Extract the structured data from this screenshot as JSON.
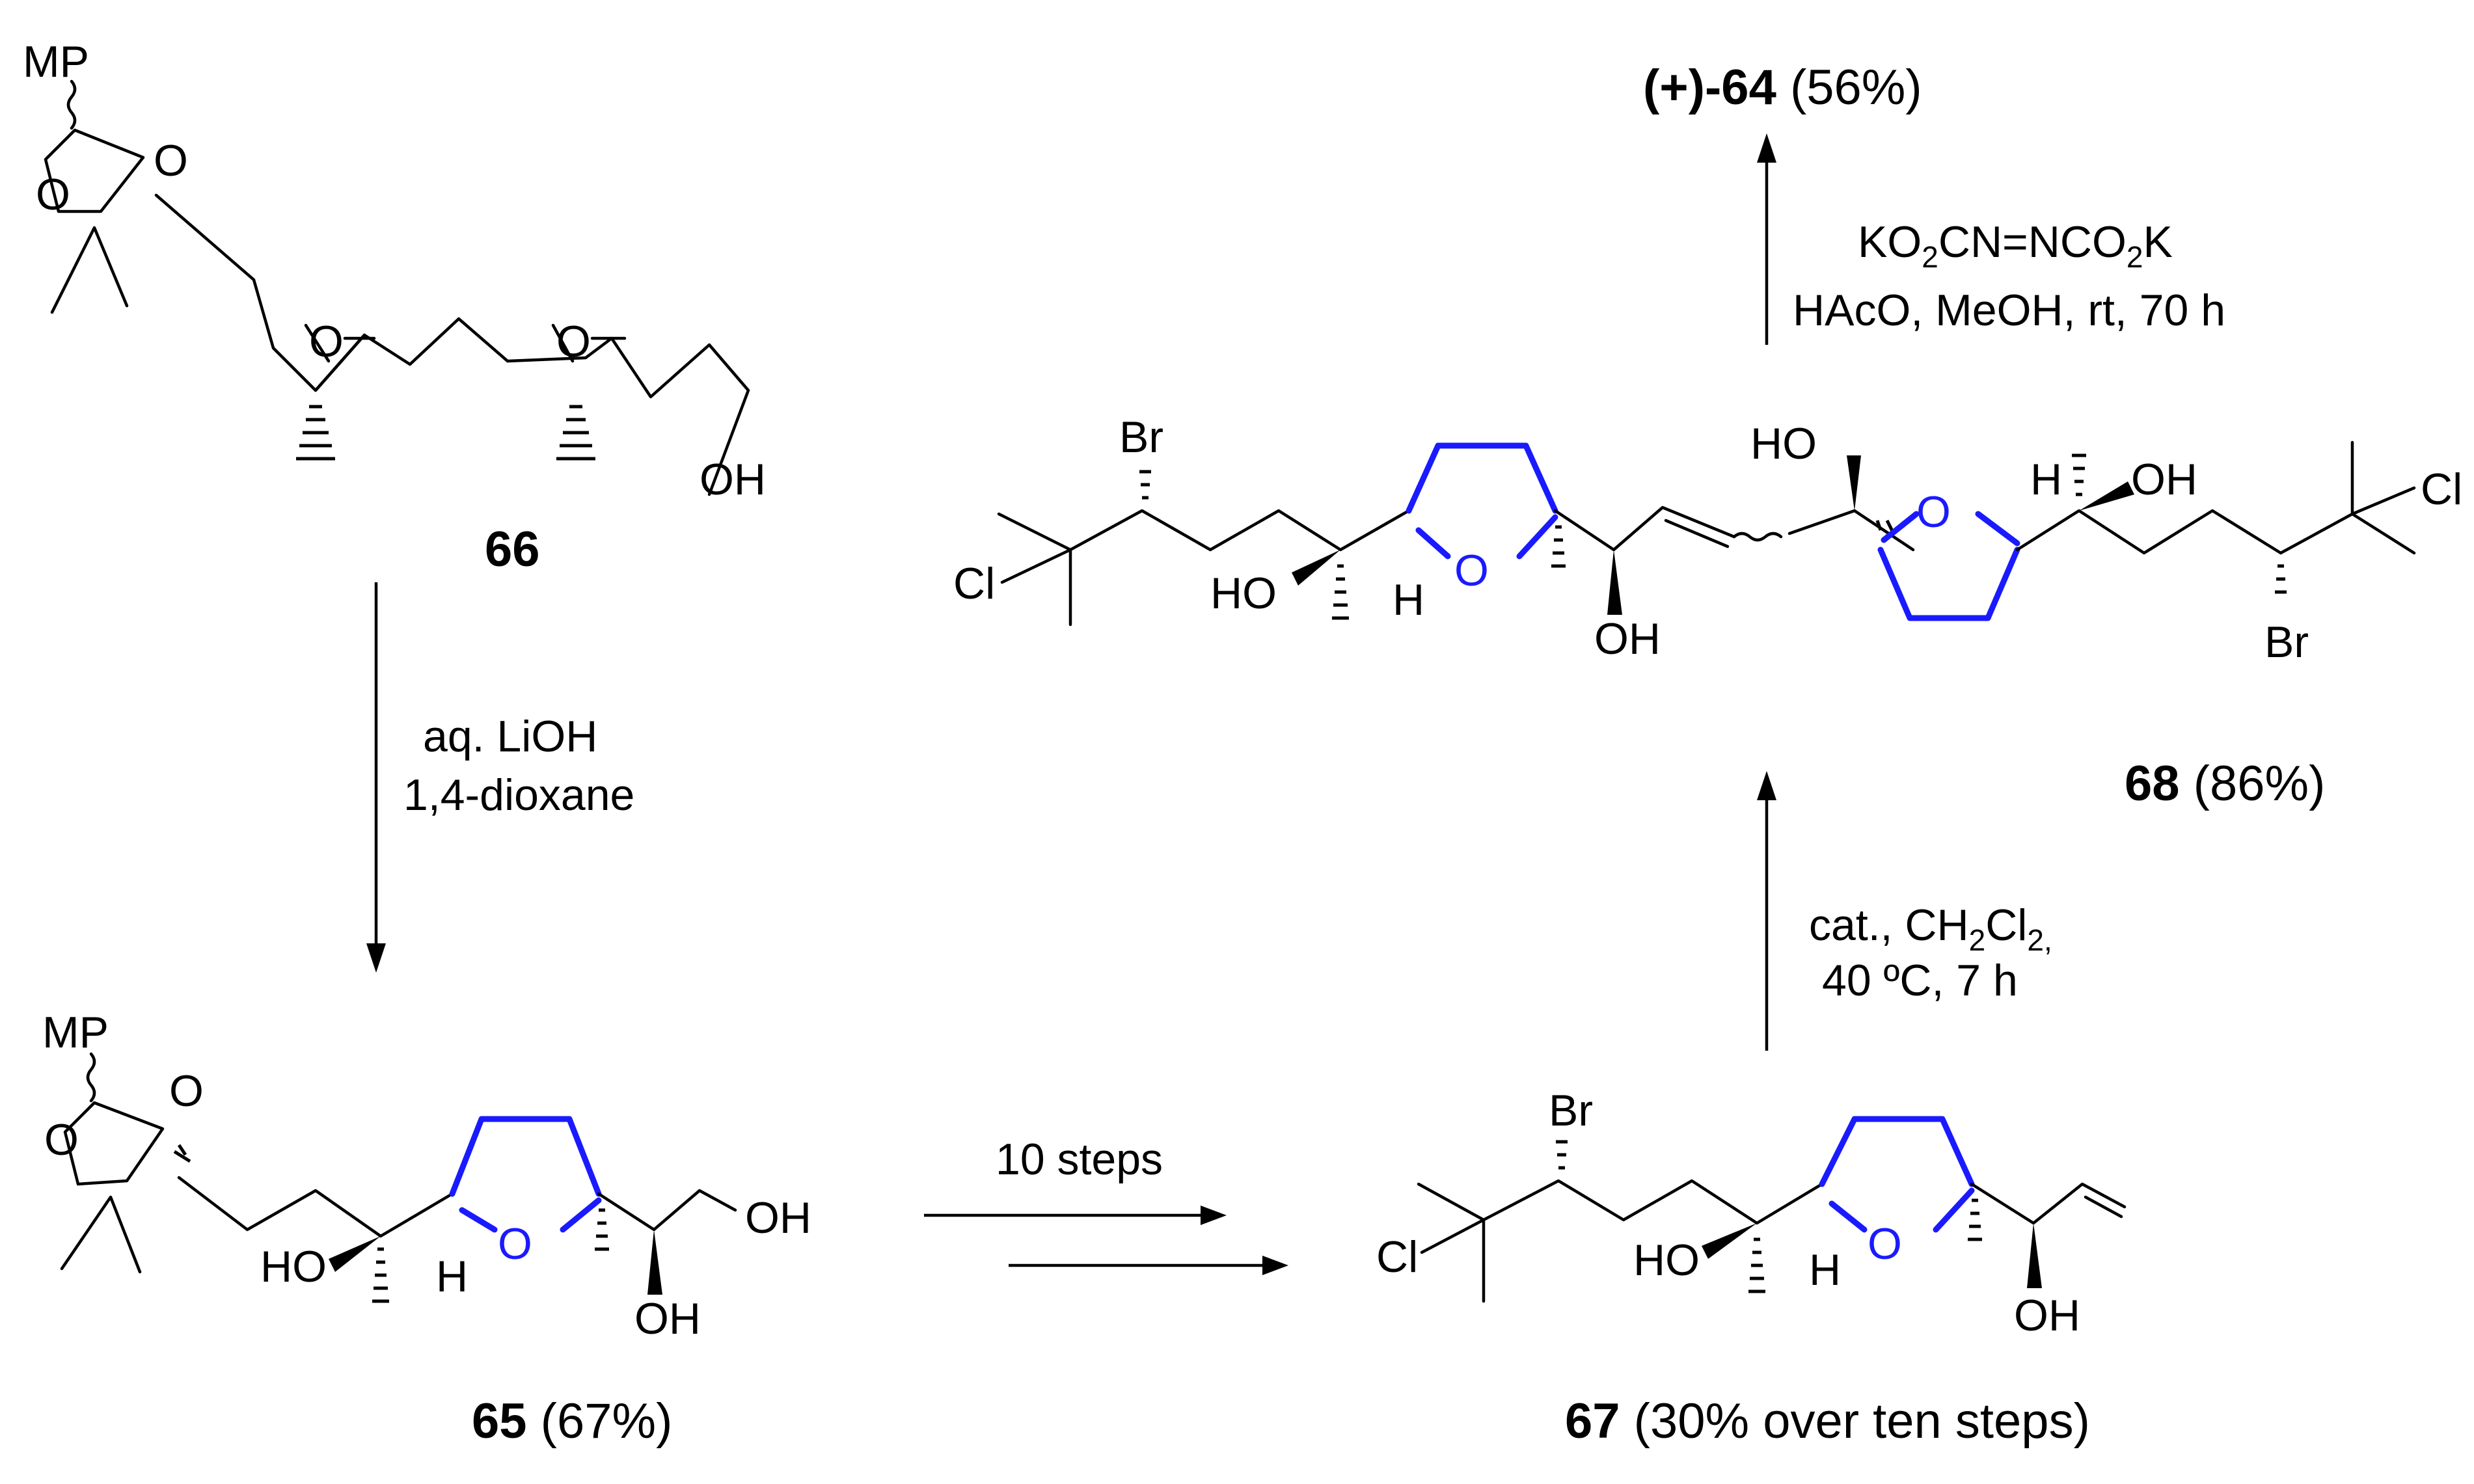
{
  "compounds": {
    "c66": {
      "id": "66"
    },
    "c65": {
      "id": "65",
      "yield": " (67%)"
    },
    "c67": {
      "id": "67",
      "yield": " (30% over ten steps)"
    },
    "c68": {
      "id": "68",
      "yield": " (86%)"
    },
    "c64": {
      "id": "(+)-64",
      "yield": " (56%)"
    }
  },
  "atoms": {
    "MP": "MP",
    "O": "O",
    "OH": "OH",
    "HO": "HO",
    "H": "H",
    "Br": "Br",
    "Cl": "Cl"
  },
  "conditions": {
    "step1_line1": "aq. LiOH",
    "step1_line2": "1,4-dioxane",
    "step2": "10 steps",
    "step3_line1_a": "cat., CH",
    "step3_sub1": "2",
    "step3_line1_b": "Cl",
    "step3_sub2": "2,",
    "step3_line2": "40 ºC, 7 h",
    "step4_line1_a": "KO",
    "step4_sub1": "2",
    "step4_line1_b": "CN=NCO",
    "step4_sub2": "2",
    "step4_line1_c": "K",
    "step4_line2": "HAcO, MeOH, rt, 70 h"
  },
  "colors": {
    "ring": "#1a1aff",
    "ink": "#000000"
  }
}
